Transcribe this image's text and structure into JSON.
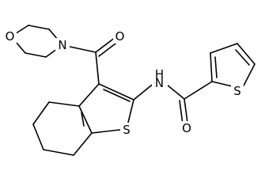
{
  "molecule": {
    "atoms": {
      "morpholine_o": "O",
      "morpholine_n": "N",
      "carbonyl_o_upper": "O",
      "amide_nh": "N",
      "amide_h": "H",
      "thiophene_s_upper": "S",
      "thiophene_s_core": "S",
      "carbonyl_o_lower": "O"
    },
    "colors": {
      "bond": "#000000",
      "label": "#000000",
      "background": "#ffffff"
    }
  }
}
